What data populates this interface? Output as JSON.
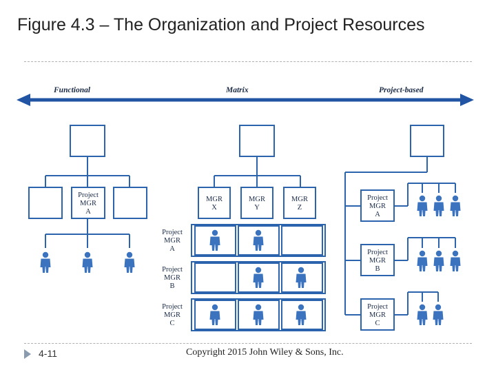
{
  "title": "Figure 4.3 – The Organization and Project Resources",
  "footer": {
    "slide_number": "4-11",
    "copyright": "Copyright 2015 John Wiley & Sons, Inc."
  },
  "colors": {
    "line": "#2b64ad",
    "person": "#3b73be",
    "arrow": "#2155a3"
  },
  "spectrum": {
    "left": "Functional",
    "middle": "Matrix",
    "right": "Project-based"
  },
  "functional": {
    "manager_label": [
      "Project",
      "MGR",
      "A"
    ]
  },
  "matrix": {
    "columns": [
      [
        "MGR",
        "X"
      ],
      [
        "MGR",
        "Y"
      ],
      [
        "MGR",
        "Z"
      ]
    ],
    "rows": [
      [
        "Project",
        "MGR",
        "A"
      ],
      [
        "Project",
        "MGR",
        "B"
      ],
      [
        "Project",
        "MGR",
        "C"
      ]
    ],
    "staffing": [
      [
        true,
        true,
        false
      ],
      [
        false,
        true,
        true
      ],
      [
        true,
        true,
        true
      ]
    ]
  },
  "project_based": {
    "managers": [
      [
        "Project",
        "MGR",
        "A"
      ],
      [
        "Project",
        "MGR",
        "B"
      ],
      [
        "Project",
        "MGR",
        "C"
      ]
    ],
    "staff_counts": [
      3,
      3,
      2
    ]
  },
  "icons": {
    "person": "person-icon",
    "footer_bullet": "triangle-bullet-icon"
  }
}
